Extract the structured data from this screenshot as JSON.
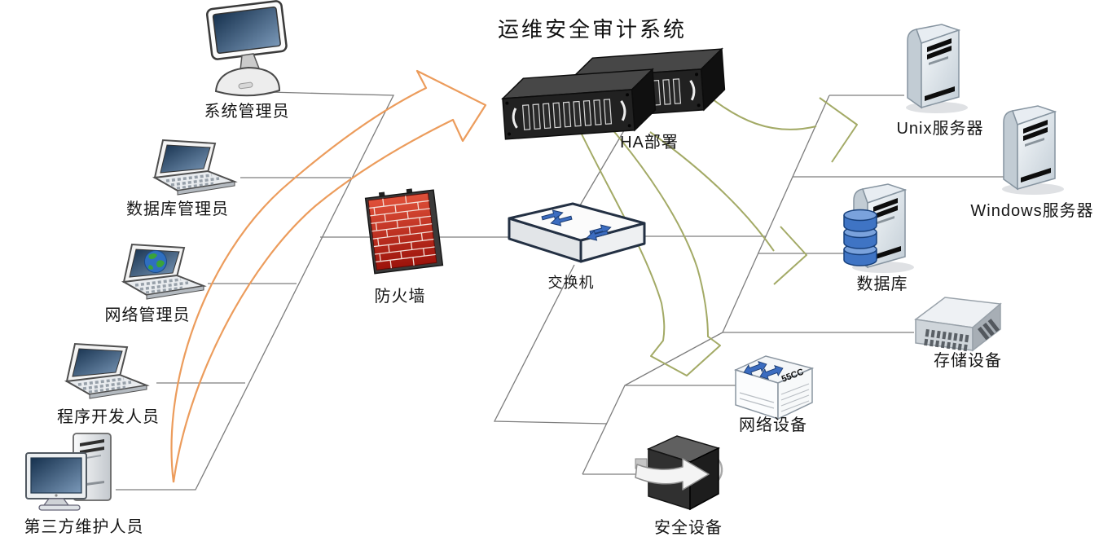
{
  "diagram": {
    "title": "运维安全审计系统",
    "network_device_badge": "55CC",
    "colors": {
      "connection_line": "#7d7d7d",
      "access_flow_arrow_orange": "#EC9C5C",
      "audit_flow_arrow_olive": "#A3AA66",
      "screen_blue": "#1d3a5e",
      "firewall_brick_red": "#c0261c",
      "switch_arrow_blue": "#3b6cc0"
    },
    "nodes": [
      {
        "id": "system-admin",
        "label": "系统管理员",
        "type": "imac-client"
      },
      {
        "id": "db-admin",
        "label": "数据库管理员",
        "type": "laptop-client"
      },
      {
        "id": "network-admin",
        "label": "网络管理员",
        "type": "laptop-globe-client"
      },
      {
        "id": "developer",
        "label": "程序开发人员",
        "type": "laptop-client"
      },
      {
        "id": "third-party",
        "label": "第三方维护人员",
        "type": "desktop-client"
      },
      {
        "id": "firewall",
        "label": "防火墙",
        "type": "firewall"
      },
      {
        "id": "switch",
        "label": "交换机",
        "type": "switch"
      },
      {
        "id": "ha-deploy",
        "label": "HA部署",
        "type": "rack-pair"
      },
      {
        "id": "unix-server",
        "label": "Unix服务器",
        "type": "tower-server"
      },
      {
        "id": "windows-server",
        "label": "Windows服务器",
        "type": "tower-server"
      },
      {
        "id": "database",
        "label": "数据库",
        "type": "tower-server-db"
      },
      {
        "id": "storage",
        "label": "存储设备",
        "type": "storage-chassis"
      },
      {
        "id": "network-device",
        "label": "网络设备",
        "type": "router-box"
      },
      {
        "id": "security-device",
        "label": "安全设备",
        "type": "security-box"
      }
    ]
  }
}
